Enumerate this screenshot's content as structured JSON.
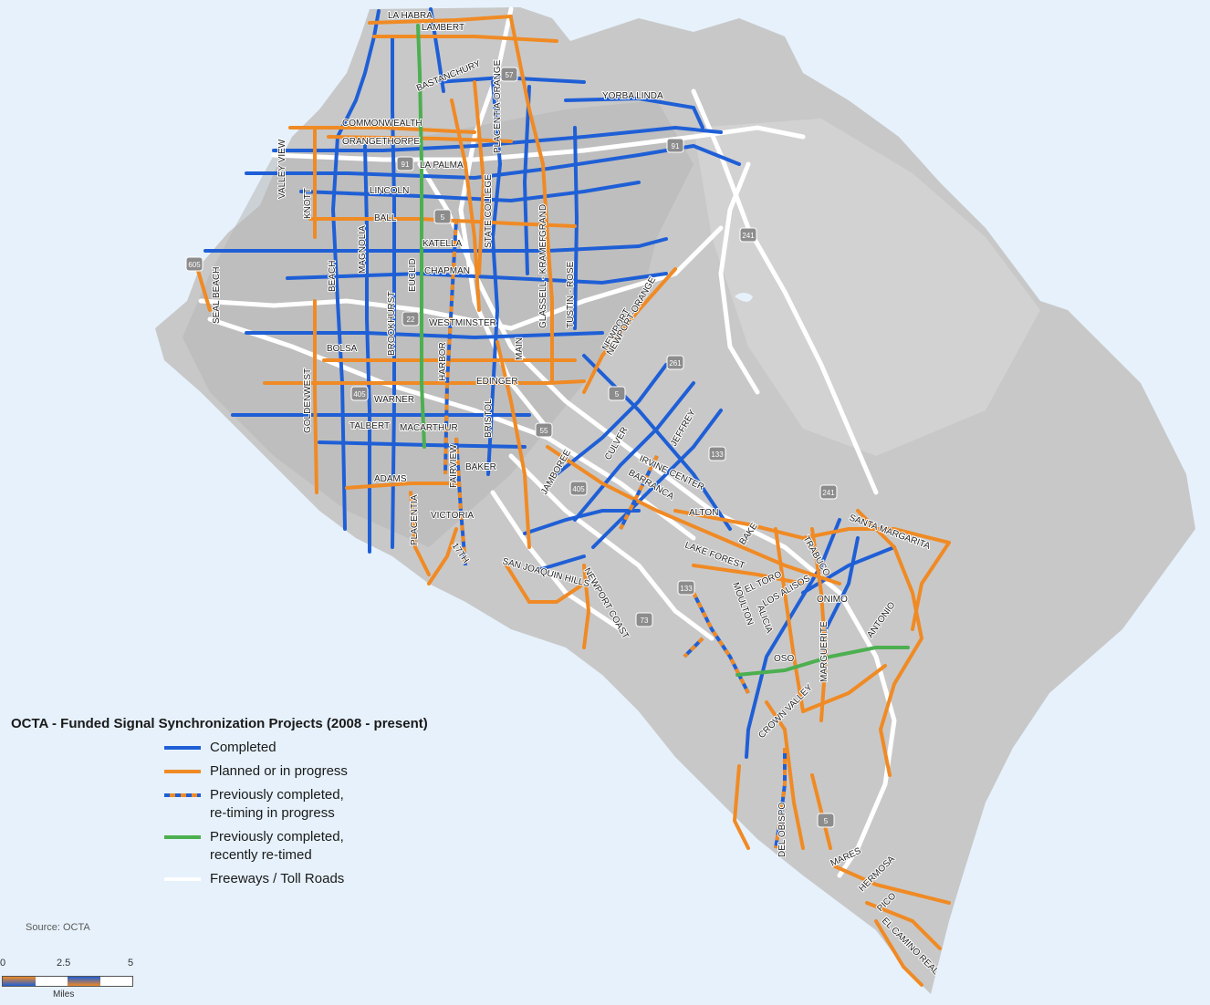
{
  "legend": {
    "title": "OCTA - Funded Signal Synchronization Projects (2008 - present)",
    "items": [
      {
        "key": "completed",
        "label": "Completed",
        "color": "#1f5fd6",
        "style": "solid"
      },
      {
        "key": "planned",
        "label": "Planned or in progress",
        "color": "#f08a24",
        "style": "solid"
      },
      {
        "key": "retiming",
        "label": "Previously completed,\nre-timing in progress",
        "color": "#1f5fd6",
        "color2": "#f08a24",
        "style": "dashed"
      },
      {
        "key": "retimed",
        "label": "Previously completed,\nrecently re-timed",
        "color": "#4caf50",
        "style": "solid"
      },
      {
        "key": "freeway",
        "label": "Freeways / Toll Roads",
        "color": "#ffffff",
        "style": "solid"
      }
    ]
  },
  "source": "Source: OCTA",
  "scale": {
    "ticks": [
      "0",
      "2.5",
      "5"
    ],
    "units": "Miles"
  },
  "colors": {
    "water": "#e6f1fb",
    "land": "#c4c4c4",
    "land_light": "#d8d8d8",
    "completed": "#1f5fd6",
    "planned": "#f08a24",
    "retimed": "#4caf50",
    "freeway": "#ffffff"
  },
  "road_labels": [
    "LA HABRA",
    "LAMBERT",
    "BASTANCHURY",
    "YORBA LINDA",
    "COMMONWEALTH",
    "ORANGETHORPE",
    "LA PALMA",
    "LINCOLN",
    "BALL",
    "KATELLA",
    "CHAPMAN",
    "WESTMINSTER",
    "BOLSA",
    "EDINGER",
    "WARNER",
    "TALBERT",
    "MACARTHUR",
    "BAKER",
    "ADAMS",
    "VICTORIA",
    "VALLEY VIEW",
    "KNOTT",
    "SEAL BEACH",
    "BEACH",
    "MAGNOLIA",
    "BROOKHURST",
    "EUCLID",
    "HARBOR",
    "BRISTOL",
    "MAIN",
    "GOLDENWEST",
    "STATE COLLEGE",
    "PLACENTIA",
    "GLASSELL - KRAMER",
    "GRAND",
    "TUSTIN - ROSE",
    "NEWPORT",
    "FAIRVIEW",
    "17TH",
    "JAMBOREE",
    "CULVER",
    "JEFFREY",
    "IRVINE CENTER",
    "BARRANCA",
    "ALTON",
    "BAKE",
    "LAKE FOREST",
    "EL TORO",
    "LOS ALISOS",
    "TRABUCO",
    "SANTA MARGARITA",
    "ONIMO",
    "ANTONIO",
    "MOULTON",
    "ALICIA",
    "OSO",
    "MARGUERITE",
    "CROWN VALLEY",
    "DEL OBISPO",
    "SAN JOAQUIN HILLS",
    "NEWPORT COAST",
    "MARES",
    "HERMOSA",
    "PICO",
    "EL CAMINO REAL",
    "PLACENTIA-ORANGE",
    "NEWPORT-ORANGE"
  ],
  "shields": [
    "57",
    "91",
    "91",
    "5",
    "241",
    "605",
    "22",
    "261",
    "5",
    "405",
    "55",
    "133",
    "405",
    "241",
    "133",
    "73",
    "5"
  ]
}
